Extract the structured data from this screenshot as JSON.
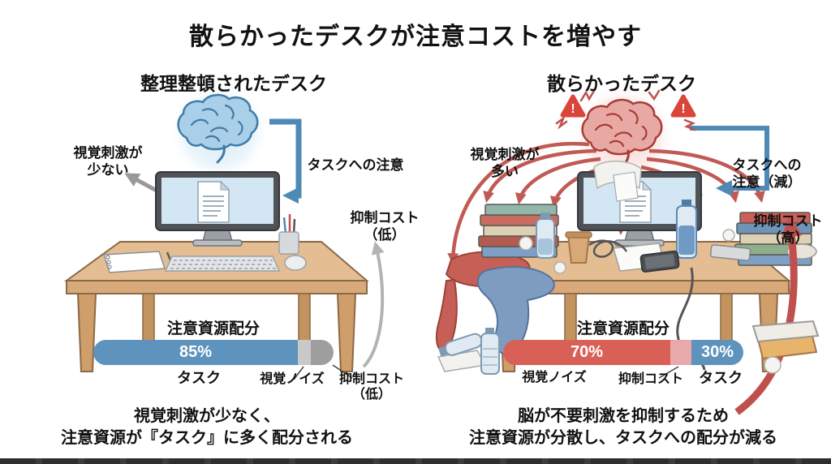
{
  "title": "散らかったデスクが注意コストを増やす",
  "left": {
    "header": "整理整頓されたデスク",
    "visual_label": [
      "視覚刺激が",
      "少ない"
    ],
    "task_label": "タスクへの注意",
    "inhibit_label": [
      "抑制コスト",
      "（低）"
    ],
    "bar_title": "注意資源配分",
    "bar": {
      "task_pct": "85%",
      "task_label": "タスク",
      "noise_label": "視覚ノイズ",
      "inhibit_label": [
        "抑制コスト",
        "（低）"
      ]
    },
    "caption": [
      "視覚刺激が少なく、",
      "注意資源が『タスク』に多く配分される"
    ]
  },
  "right": {
    "header": "散らかったデスク",
    "visual_label": [
      "視覚刺激が",
      "多い"
    ],
    "task_label": [
      "タスクへの",
      "注意（減）"
    ],
    "inhibit_label": [
      "抑制コスト",
      "（高）"
    ],
    "bar_title": "注意資源配分",
    "warning_mark": "!",
    "bar": {
      "noise_pct": "70%",
      "task_pct": "30%",
      "noise_label": "視覚ノイズ",
      "inhibit_label": "抑制コスト",
      "task_label": "タスク"
    },
    "caption": [
      "脳が不要刺激を抑制するため",
      "注意資源が分散し、タスクへの配分が減る"
    ]
  },
  "colors": {
    "task_blue": "#5e93bd",
    "noise_gray_light": "#c9c9c9",
    "inhibit_gray": "#9e9e9e",
    "noise_red": "#d96057",
    "inhibit_pink": "#e8a9ab",
    "arrow_blue": "#4d8ab5",
    "arrow_red": "#c0504d",
    "desk_wood": "#e4bd92"
  },
  "chart_data": [
    {
      "type": "bar",
      "title": "注意資源配分（整理整頓されたデスク）",
      "categories": [
        "タスク",
        "視覚ノイズ",
        "抑制コスト（低）"
      ],
      "values": [
        85,
        5,
        10
      ],
      "unit": "%"
    },
    {
      "type": "bar",
      "title": "注意資源配分（散らかったデスク）",
      "categories": [
        "視覚ノイズ",
        "抑制コスト",
        "タスク"
      ],
      "values": [
        70,
        0,
        30
      ],
      "unit": "%"
    }
  ]
}
